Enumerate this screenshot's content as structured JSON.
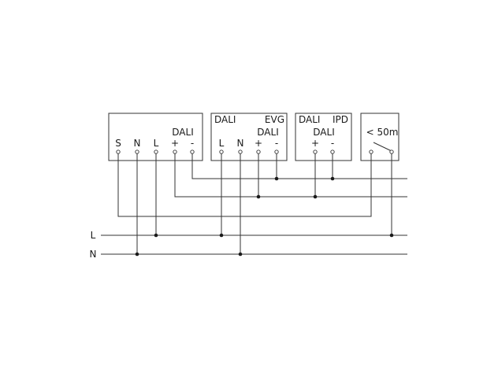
{
  "modules": {
    "supply": {
      "terminals": [
        "S",
        "N",
        "L"
      ],
      "dali_label": "DALI",
      "dali_plus": "+",
      "dali_minus": "-"
    },
    "ballast": {
      "dali_label": "DALI",
      "evg_label": "EVG",
      "terminals": [
        "L",
        "N"
      ],
      "dali_label2": "DALI",
      "dali_plus": "+",
      "dali_minus": "-"
    },
    "ipd": {
      "dali_label": "DALI",
      "ipd_label": "IPD",
      "dali_label2": "DALI",
      "dali_plus": "+",
      "dali_minus": "-"
    },
    "switch": {
      "label": "< 50m"
    }
  },
  "rails": {
    "l_label": "L",
    "n_label": "N"
  }
}
